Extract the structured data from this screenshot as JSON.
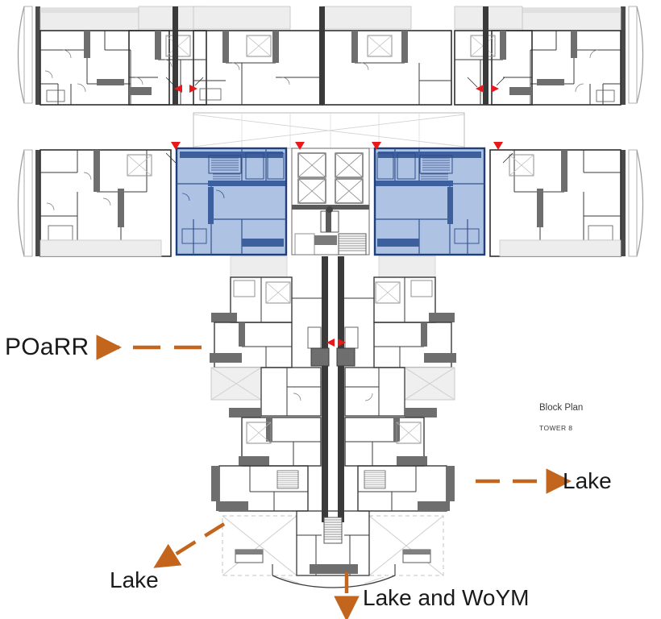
{
  "document": {
    "type": "architectural-floor-plan",
    "caption_title": "Block Plan",
    "caption_subtitle": "TOWER 8"
  },
  "annotations": [
    {
      "id": "poarr",
      "label": "POaRR",
      "direction": "left",
      "arrow_style": "dashed"
    },
    {
      "id": "lake-right",
      "label": "Lake",
      "direction": "right",
      "arrow_style": "dashed"
    },
    {
      "id": "lake-bottom",
      "label": "Lake",
      "direction": "down-left",
      "arrow_style": "dashed"
    },
    {
      "id": "lake-woym",
      "label": "Lake and WoYM",
      "direction": "down",
      "arrow_style": "solid"
    }
  ],
  "colors": {
    "arrow_orange": "#c4651d",
    "highlight_fill": "#aec2e4",
    "highlight_stroke": "#2a4a86",
    "marker_red": "#e8191b",
    "wall_dark": "#2b2b2b",
    "wall_mid": "#6e6e6e",
    "wall_light": "#b4b4b4",
    "slab_gray": "#ededed",
    "label_text": "#1a1a1a"
  },
  "highlighted_units": [
    {
      "id": "unit-left",
      "fill": "#aec2e4",
      "stroke": "#2a4a86"
    },
    {
      "id": "unit-right",
      "fill": "#aec2e4",
      "stroke": "#2a4a86"
    }
  ],
  "view_markers": {
    "name": "red-triangle-view-marker",
    "count": 12,
    "color": "#e8191b"
  },
  "structure": {
    "wings_upper": 2,
    "wings_lower": 1,
    "core": "central-elevator-stair-core"
  }
}
